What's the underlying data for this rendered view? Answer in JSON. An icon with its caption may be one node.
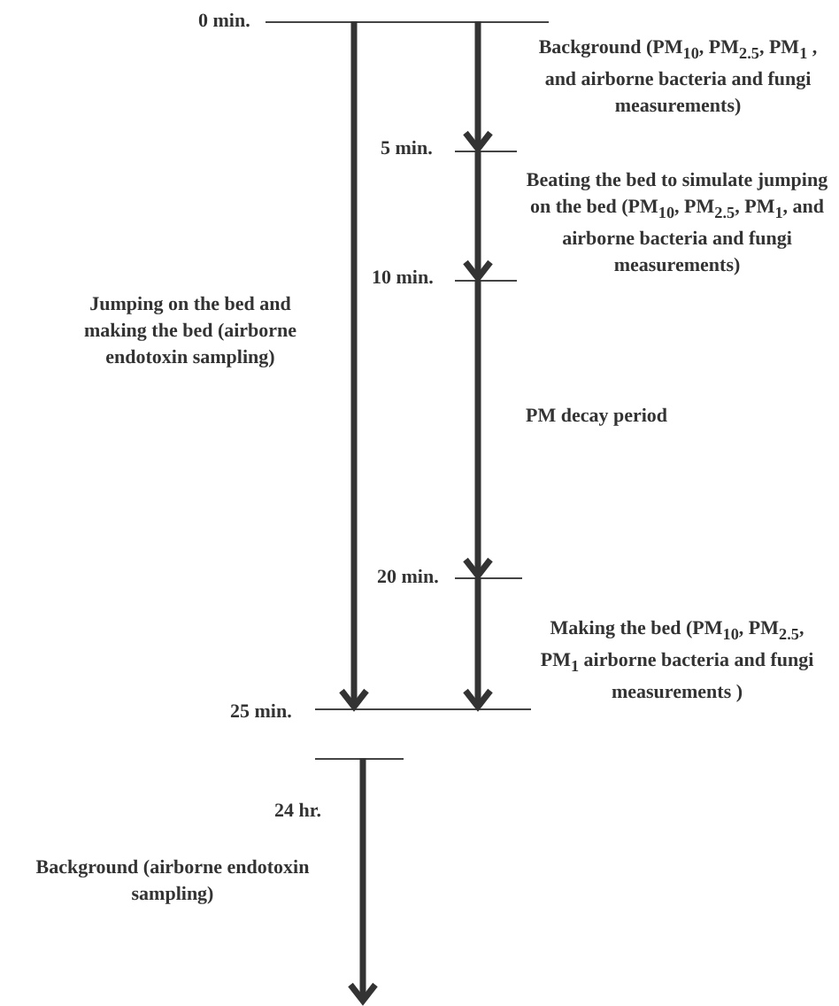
{
  "diagram": {
    "nodes": [
      {
        "text": [],
        "shape": "bar",
        "beside": [
          "0 min."
        ]
      },
      {
        "text": [],
        "shape": "bar",
        "beside": [
          "5 min."
        ]
      },
      {
        "text": [],
        "shape": "bar",
        "beside": [
          "10 min."
        ]
      },
      {
        "text": [],
        "shape": "bar",
        "beside": [
          "20 min."
        ]
      },
      {
        "text": [],
        "shape": "bar",
        "beside": [
          "25 min."
        ]
      },
      {
        "text": [],
        "shape": "bar",
        "beside": [
          "24 hr."
        ]
      }
    ],
    "edges": [
      {
        "from": 0,
        "to": 4,
        "arrow": "to",
        "label": "Jumping on the bed and making the bed (airborne endotoxin sampling)"
      },
      {
        "from": 0,
        "to": 1,
        "arrow": "to",
        "label": "Background (PM$_{10}$, PM$_{2.5}$, PM$_{1}$ , and airborne bacteria and fungi measurements)"
      },
      {
        "from": 1,
        "to": 2,
        "arrow": "to",
        "label": "Beating the bed to simulate jumping on the bed (PM$_{10}$, PM$_{2.5}$, PM$_{1}$, and airborne bacteria and fungi measurements)"
      },
      {
        "from": 2,
        "to": 3,
        "arrow": "to",
        "label": "PM decay period"
      },
      {
        "from": 3,
        "to": 4,
        "arrow": "to",
        "label": "Making the bed (PM$_{10}$, PM$_{2.5}$, PM$_{1}$ airborne bacteria and fungi measurements )"
      },
      {
        "from": 5,
        "to": null,
        "arrow": "to",
        "label": "Background (airborne endotoxin sampling)"
      }
    ]
  }
}
